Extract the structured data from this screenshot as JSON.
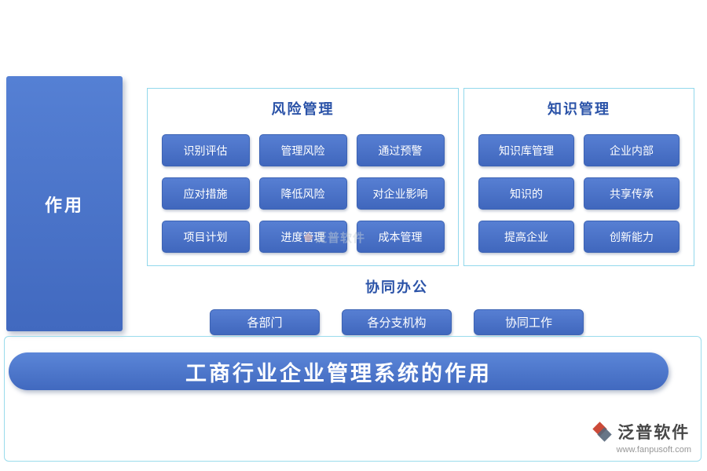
{
  "page": {
    "side_label": "作用",
    "banner_title": "工商行业企业管理系统的作用"
  },
  "sections": {
    "risk": {
      "title": "风险管理",
      "items": [
        "识别评估",
        "管理风险",
        "通过预警",
        "应对措施",
        "降低风险",
        "对企业影响",
        "项目计划",
        "进度管理",
        "成本管理"
      ]
    },
    "knowledge": {
      "title": "知识管理",
      "items": [
        "知识库管理",
        "企业内部",
        "知识的",
        "共享传承",
        "提高企业",
        "创新能力"
      ]
    },
    "collab": {
      "title": "协同办公",
      "items": [
        "各部门",
        "各分支机构",
        "协同工作"
      ]
    }
  },
  "branding": {
    "logo_text": "泛普软件",
    "logo_url": "www.fanpusoft.com"
  },
  "watermark": {
    "text": "泛普软件"
  },
  "colors": {
    "primary_blue": "#4a76c9",
    "border_cyan": "#92d8ec",
    "title_blue": "#2b53a8",
    "banner_text": "#ffffff"
  }
}
